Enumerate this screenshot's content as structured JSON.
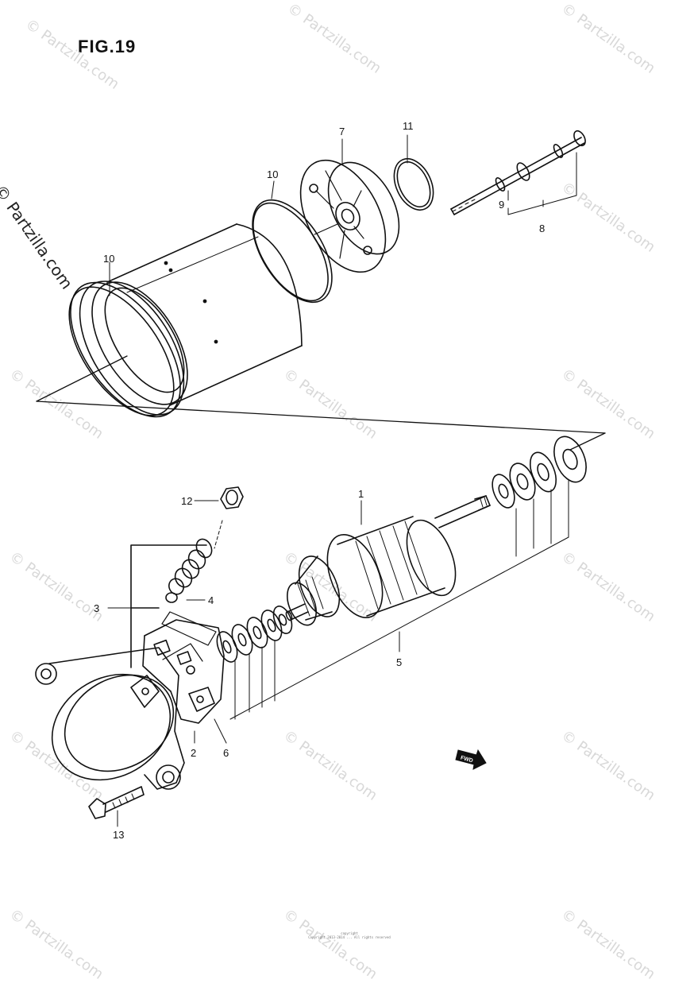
{
  "figure": {
    "title": "FIG.19"
  },
  "watermark": {
    "text": "© Partzilla.com"
  },
  "fwd_label": "FWD",
  "footer": {
    "line1": "copyright",
    "line2": "Copyright 2013-2014 ... All rights reserved"
  },
  "callouts": [
    {
      "id": "callout-1",
      "label": "1"
    },
    {
      "id": "callout-2",
      "label": "2"
    },
    {
      "id": "callout-3",
      "label": "3"
    },
    {
      "id": "callout-4",
      "label": "4"
    },
    {
      "id": "callout-5",
      "label": "5"
    },
    {
      "id": "callout-6",
      "label": "6"
    },
    {
      "id": "callout-7",
      "label": "7"
    },
    {
      "id": "callout-8",
      "label": "8"
    },
    {
      "id": "callout-9",
      "label": "9"
    },
    {
      "id": "callout-10-top",
      "label": "10"
    },
    {
      "id": "callout-10-left",
      "label": "10"
    },
    {
      "id": "callout-11",
      "label": "11"
    },
    {
      "id": "callout-12",
      "label": "12"
    },
    {
      "id": "callout-13",
      "label": "13"
    }
  ]
}
